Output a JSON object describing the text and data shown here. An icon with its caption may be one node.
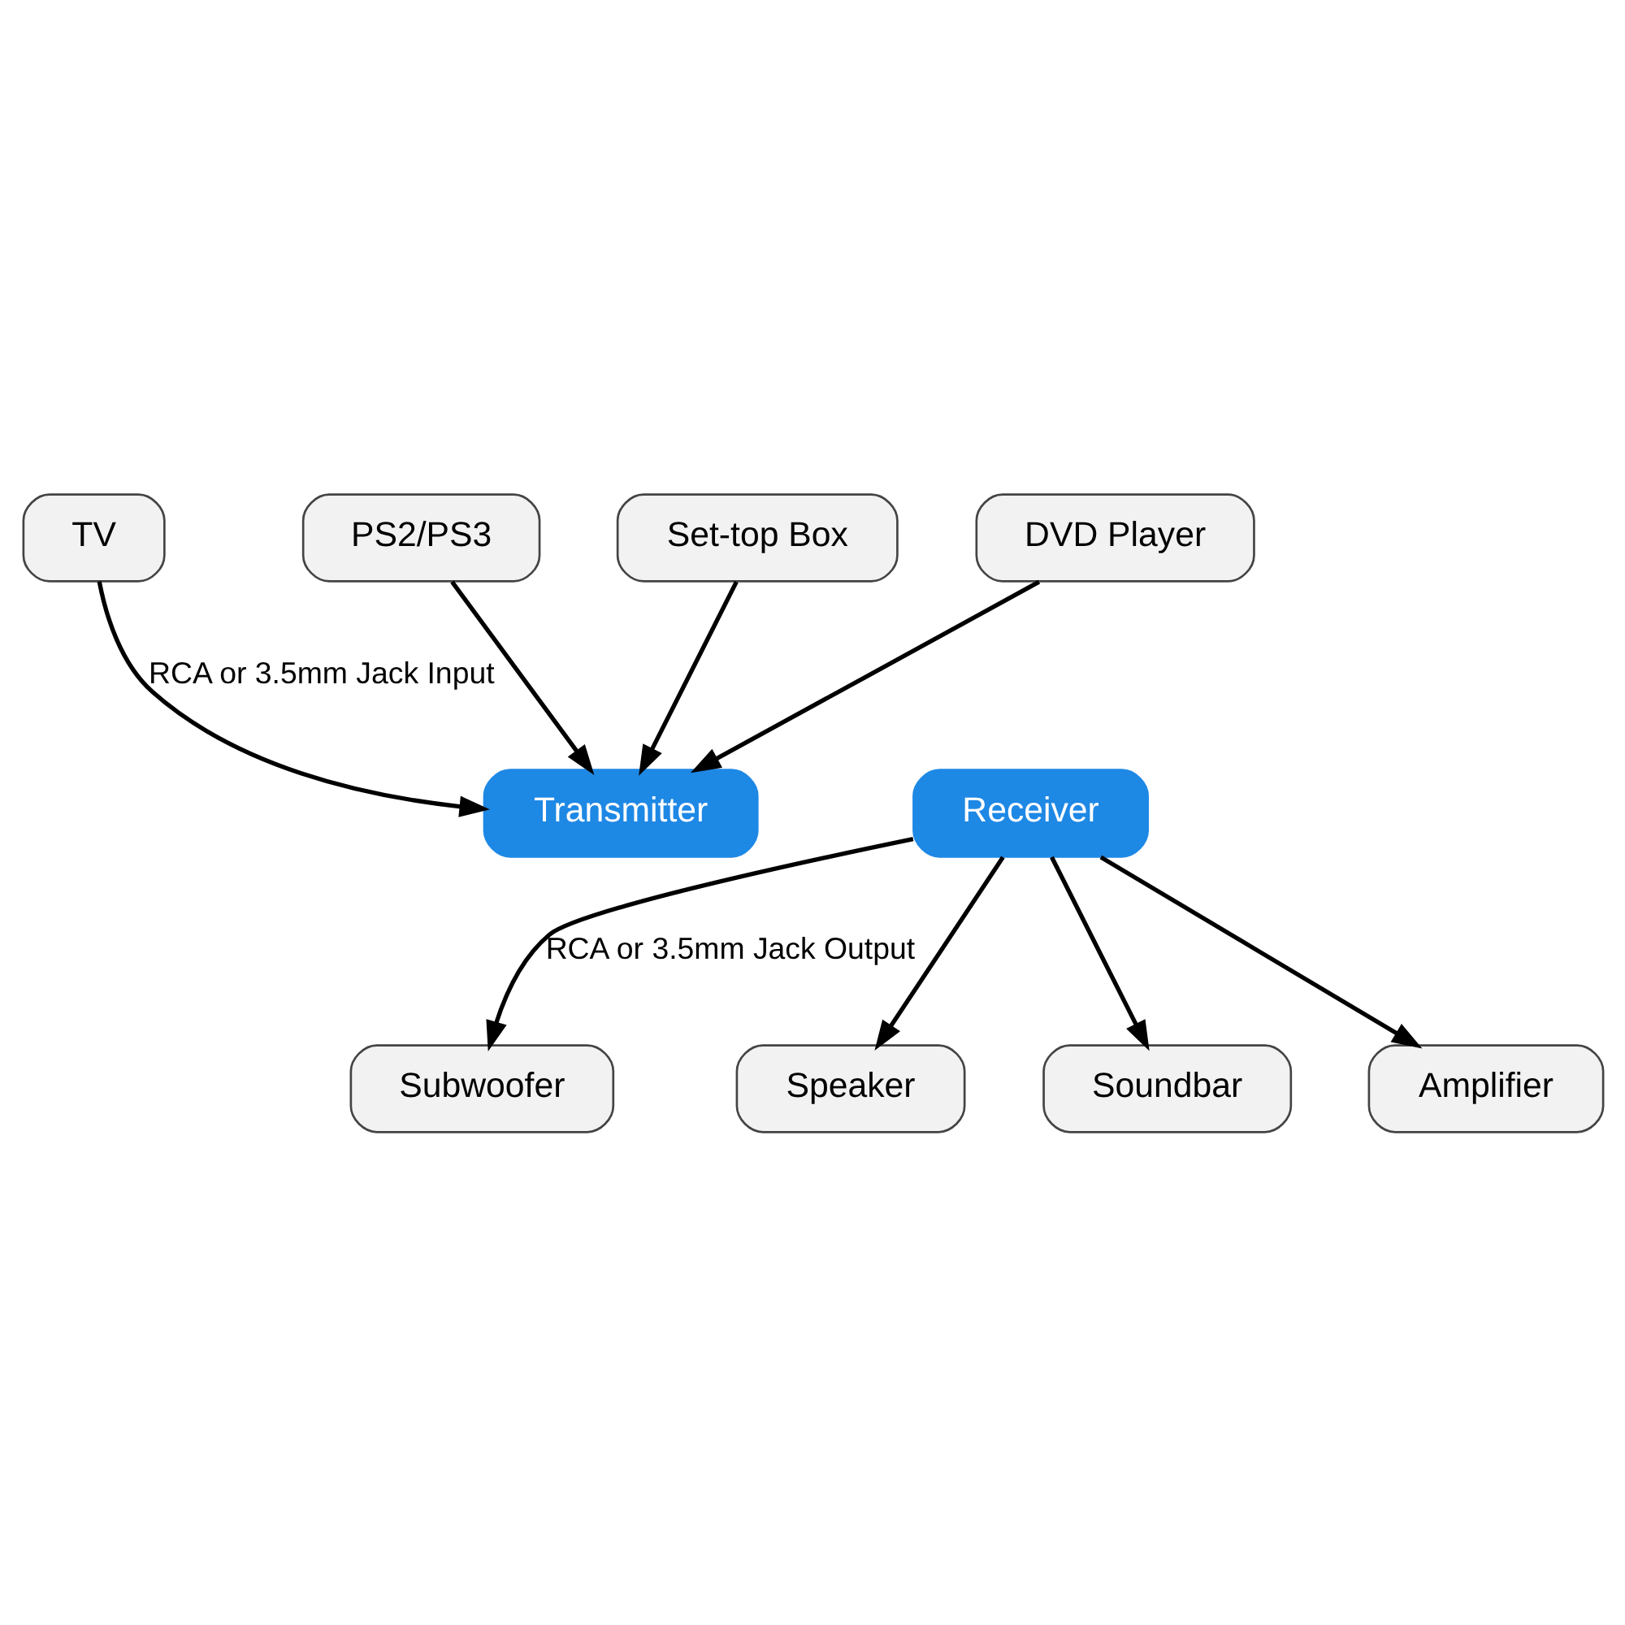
{
  "diagram": {
    "nodes": [
      {
        "text": [
          "TV"
        ]
      },
      {
        "text": [
          "PS2/PS3"
        ]
      },
      {
        "text": [
          "Set-top Box"
        ]
      },
      {
        "text": [
          "DVD Player"
        ]
      },
      {
        "text": [
          "Transmitter"
        ]
      },
      {
        "text": [
          "Receiver"
        ]
      },
      {
        "text": [
          "Subwoofer"
        ]
      },
      {
        "text": [
          "Speaker"
        ]
      },
      {
        "text": [
          "Soundbar"
        ]
      },
      {
        "text": [
          "Amplifier"
        ]
      }
    ],
    "edges": [
      {
        "from": 0,
        "to": 4,
        "arrow": "to",
        "label": "RCA or 3.5mm Jack Input"
      },
      {
        "from": 1,
        "to": 4,
        "arrow": "to"
      },
      {
        "from": 2,
        "to": 4,
        "arrow": "to"
      },
      {
        "from": 3,
        "to": 4,
        "arrow": "to"
      },
      {
        "from": 5,
        "to": 6,
        "arrow": "to",
        "label": "RCA or 3.5mm Jack Output"
      },
      {
        "from": 5,
        "to": 7,
        "arrow": "to"
      },
      {
        "from": 5,
        "to": 8,
        "arrow": "to"
      },
      {
        "from": 5,
        "to": 9,
        "arrow": "to"
      }
    ]
  }
}
